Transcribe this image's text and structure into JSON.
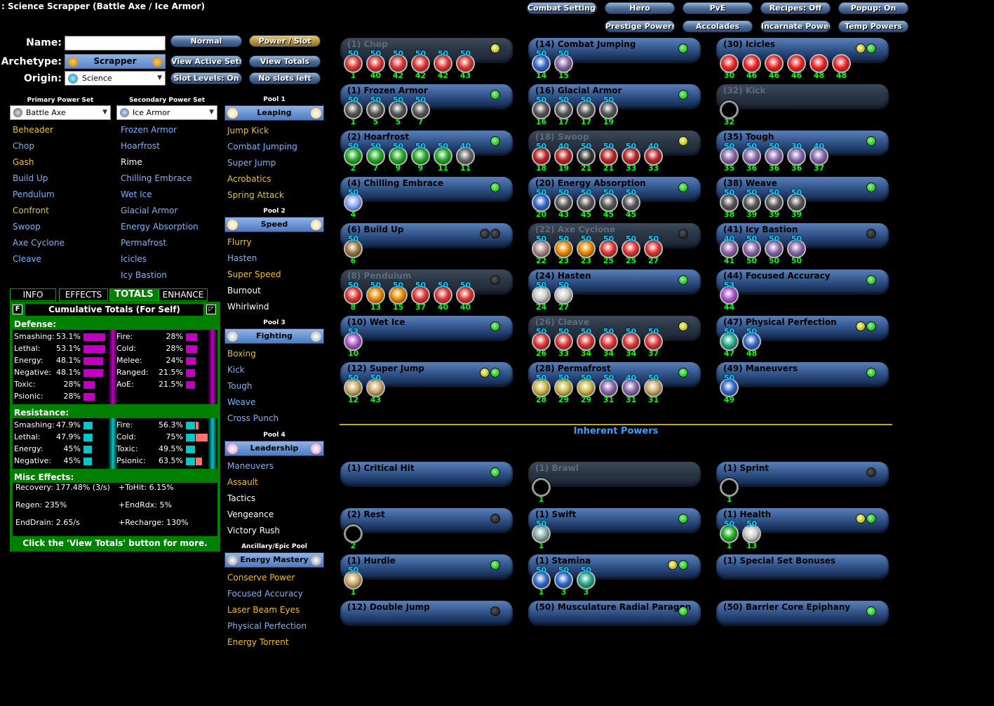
{
  "window_title": ": Science Scrapper (Battle Axe / Ice Armor)",
  "top_buttons": {
    "combat_settings": "Combat Settings",
    "hero": "Hero",
    "pve": "PvE",
    "recipes": "Recipes: Off",
    "popup": "Popup: On",
    "prestige": "Prestige Powers",
    "accolades": "Accolades",
    "incarnate": "Incarnate Powers",
    "temp": "Temp Powers"
  },
  "char": {
    "name_label": "Name:",
    "name_value": "",
    "archetype_label": "Archetype:",
    "archetype_value": "Scrapper",
    "origin_label": "Origin:",
    "origin_value": "Science"
  },
  "char_buttons": {
    "normal": "Normal",
    "power_slot": "Power / Slot",
    "view_active_sets": "View Active Sets",
    "view_totals": "View Totals",
    "slot_levels": "Slot Levels: On",
    "no_slots": "No slots left"
  },
  "powersets": {
    "primary_header": "Primary Power Set",
    "primary_value": "Battle Axe",
    "secondary_header": "Secondary Power Set",
    "secondary_value": "Ice Armor",
    "primary_list": [
      "Beheader",
      "Chop",
      "Gash",
      "Build Up",
      "Pendulum",
      "Confront",
      "Swoop",
      "Axe Cyclone",
      "Cleave"
    ],
    "secondary_list": [
      "Frozen Armor",
      "Hoarfrost",
      "Rime",
      "Chilling Embrace",
      "Wet Ice",
      "Glacial Armor",
      "Energy Absorption",
      "Permafrost",
      "Icicles",
      "Icy Bastion"
    ]
  },
  "pools": [
    {
      "header": "Pool 1",
      "name": "Leaping",
      "items": [
        "Jump Kick",
        "Combat Jumping",
        "Super Jump",
        "Acrobatics",
        "Spring Attack"
      ]
    },
    {
      "header": "Pool 2",
      "name": "Speed",
      "items": [
        "Flurry",
        "Hasten",
        "Super Speed",
        "Burnout",
        "Whirlwind"
      ]
    },
    {
      "header": "Pool 3",
      "name": "Fighting",
      "items": [
        "Boxing",
        "Kick",
        "Tough",
        "Weave",
        "Cross Punch"
      ]
    },
    {
      "header": "Pool 4",
      "name": "Leadership",
      "items": [
        "Maneuvers",
        "Assault",
        "Tactics",
        "Vengeance",
        "Victory Rush"
      ]
    },
    {
      "header": "Ancillary/Epic Pool",
      "name": "Energy Mastery",
      "items": [
        "Conserve Power",
        "Focused Accuracy",
        "Laser Beam Eyes",
        "Physical Perfection",
        "Energy Torrent"
      ]
    }
  ],
  "colors": {
    "yellow_item": "#f0c020",
    "blue_item": "#7ab4ff",
    "white_item": "#ffffff",
    "panel_green": "#008000",
    "defense_bar": "#c000c0",
    "resist_bar": "#00c8c8",
    "resist_overcap": "#ff7070"
  },
  "info_tabs": [
    "INFO",
    "EFFECTS",
    "TOTALS",
    "ENHANCE"
  ],
  "totals": {
    "f_label": "F",
    "title": "Cumulative Totals (For Self)",
    "defense_label": "Defense:",
    "defense_left": [
      {
        "name": "Smashing:",
        "value": "53.1%",
        "pct": 53.1
      },
      {
        "name": "Lethal:",
        "value": "53.1%",
        "pct": 53.1
      },
      {
        "name": "Energy:",
        "value": "48.1%",
        "pct": 48.1
      },
      {
        "name": "Negative:",
        "value": "48.1%",
        "pct": 48.1
      },
      {
        "name": "Toxic:",
        "value": "28%",
        "pct": 28
      },
      {
        "name": "Psionic:",
        "value": "28%",
        "pct": 28
      }
    ],
    "defense_right": [
      {
        "name": "Fire:",
        "value": "28%",
        "pct": 28
      },
      {
        "name": "Cold:",
        "value": "28%",
        "pct": 28
      },
      {
        "name": "Melee:",
        "value": "24%",
        "pct": 24
      },
      {
        "name": "Ranged:",
        "value": "21.5%",
        "pct": 21.5
      },
      {
        "name": "AoE:",
        "value": "21.5%",
        "pct": 21.5
      }
    ],
    "resistance_label": "Resistance:",
    "resist_left": [
      {
        "name": "Smashing:",
        "value": "47.9%",
        "pct": 47.9
      },
      {
        "name": "Lethal:",
        "value": "47.9%",
        "pct": 47.9
      },
      {
        "name": "Energy:",
        "value": "45%",
        "pct": 45
      },
      {
        "name": "Negative:",
        "value": "45%",
        "pct": 45
      }
    ],
    "resist_right": [
      {
        "name": "Fire:",
        "value": "56.3%",
        "pct": 56.3
      },
      {
        "name": "Cold:",
        "value": "75%",
        "pct": 75
      },
      {
        "name": "Toxic:",
        "value": "49.5%",
        "pct": 49.5
      },
      {
        "name": "Psionic:",
        "value": "63.5%",
        "pct": 63.5
      }
    ],
    "misc_label": "Misc Effects:",
    "misc": {
      "recovery": "Recovery: 177.48% (3/s)",
      "tohit": "+ToHit: 6.15%",
      "regen": "Regen: 235%",
      "endrdx": "+EndRdx: 5%",
      "enddrain": "EndDrain: 2.65/s",
      "recharge": "+Recharge: 130%"
    },
    "footer": "Click the 'View Totals' button for more."
  },
  "build_columns": [
    [
      {
        "name": "(1) Chop",
        "dim": true,
        "leds": "y",
        "enh": [
          [
            "50",
            "1",
            "#d33"
          ],
          [
            "50",
            "40",
            "#d33"
          ],
          [
            "50",
            "42",
            "#d33"
          ],
          [
            "50",
            "42",
            "#d33"
          ],
          [
            "50",
            "42",
            "#d33"
          ],
          [
            "50",
            "43",
            "#d33"
          ]
        ]
      },
      {
        "name": "(1) Frozen Armor",
        "leds": "g",
        "enh": [
          [
            "50",
            "1",
            "#555"
          ],
          [
            "50",
            "5",
            "#555"
          ],
          [
            "50",
            "5",
            "#555"
          ],
          [
            "50",
            "7",
            "#555"
          ]
        ]
      },
      {
        "name": "(2) Hoarfrost",
        "leds": "g",
        "enh": [
          [
            "50",
            "2",
            "#2a2"
          ],
          [
            "50",
            "7",
            "#2a2"
          ],
          [
            "50",
            "9",
            "#2a2"
          ],
          [
            "50",
            "9",
            "#2a2"
          ],
          [
            "50",
            "11",
            "#2a2"
          ],
          [
            "40",
            "11",
            "#666"
          ]
        ]
      },
      {
        "name": "(4) Chilling Embrace",
        "leds": "g",
        "enh": [
          [
            "50",
            "4",
            "#8af"
          ]
        ]
      },
      {
        "name": "(6) Build Up",
        "leds": "kk",
        "enh": [
          [
            "50",
            "6",
            "#974"
          ]
        ]
      },
      {
        "name": "(8) Pendulum",
        "dim": true,
        "leds": "k",
        "enh": [
          [
            "50",
            "8",
            "#d33"
          ],
          [
            "50",
            "13",
            "#e80"
          ],
          [
            "50",
            "15",
            "#e80"
          ],
          [
            "50",
            "37",
            "#d33"
          ],
          [
            "50",
            "40",
            "#d33"
          ],
          [
            "50",
            "40",
            "#d33"
          ]
        ]
      },
      {
        "name": "(10) Wet Ice",
        "leds": "g",
        "enh": [
          [
            "53",
            "10",
            "#a5c"
          ]
        ]
      },
      {
        "name": "(12) Super Jump",
        "leds": "yg",
        "enh": [
          [
            "50",
            "12",
            "#ca6"
          ],
          [
            "50",
            "43",
            "#ca6"
          ]
        ]
      }
    ],
    [
      {
        "name": "(14) Combat Jumping",
        "leds": "g",
        "enh": [
          [
            "50",
            "14",
            "#36c"
          ],
          [
            "50",
            "15",
            "#86a"
          ]
        ]
      },
      {
        "name": "(16) Glacial Armor",
        "leds": "g",
        "enh": [
          [
            "50",
            "16",
            "#555"
          ],
          [
            "50",
            "17",
            "#555"
          ],
          [
            "50",
            "17",
            "#555"
          ],
          [
            "50",
            "19",
            "#555"
          ]
        ]
      },
      {
        "name": "(18) Swoop",
        "dim": true,
        "leds": "y",
        "enh": [
          [
            "50",
            "18",
            "#b22"
          ],
          [
            "40",
            "19",
            "#b22"
          ],
          [
            "50",
            "21",
            "#333"
          ],
          [
            "50",
            "21",
            "#b22"
          ],
          [
            "50",
            "33",
            "#b22"
          ],
          [
            "40",
            "33",
            "#b22"
          ]
        ]
      },
      {
        "name": "(20) Energy Absorption",
        "leds": "g",
        "enh": [
          [
            "50",
            "20",
            "#36c"
          ],
          [
            "50",
            "43",
            "#555"
          ],
          [
            "50",
            "45",
            "#555"
          ],
          [
            "50",
            "45",
            "#555"
          ],
          [
            "50",
            "45",
            "#555"
          ]
        ]
      },
      {
        "name": "(22) Axe Cyclone",
        "dim": true,
        "leds": "k",
        "enh": [
          [
            "50",
            "22",
            "#a88"
          ],
          [
            "50",
            "23",
            "#e80"
          ],
          [
            "50",
            "23",
            "#e80"
          ],
          [
            "50",
            "25",
            "#d33"
          ],
          [
            "50",
            "25",
            "#d33"
          ],
          [
            "50",
            "27",
            "#d33"
          ]
        ]
      },
      {
        "name": "(24) Hasten",
        "leds": "g",
        "enh": [
          [
            "50",
            "24",
            "#ccc"
          ],
          [
            "50",
            "27",
            "#ccc"
          ]
        ]
      },
      {
        "name": "(26) Cleave",
        "dim": true,
        "leds": "y",
        "enh": [
          [
            "50",
            "26",
            "#d33"
          ],
          [
            "50",
            "33",
            "#d33"
          ],
          [
            "50",
            "34",
            "#d33"
          ],
          [
            "50",
            "34",
            "#d33"
          ],
          [
            "50",
            "34",
            "#d33"
          ],
          [
            "50",
            "37",
            "#d33"
          ]
        ]
      },
      {
        "name": "(28) Permafrost",
        "leds": "g",
        "enh": [
          [
            "50",
            "28",
            "#cb4"
          ],
          [
            "50",
            "29",
            "#cb4"
          ],
          [
            "50",
            "29",
            "#cb4"
          ],
          [
            "50",
            "31",
            "#86a"
          ],
          [
            "40",
            "31",
            "#86a"
          ],
          [
            "50",
            "31",
            "#ca6"
          ]
        ]
      }
    ],
    [
      {
        "name": "(30) Icicles",
        "leds": "yg",
        "enh": [
          [
            "",
            "30",
            "#e22"
          ],
          [
            "",
            "46",
            "#e22"
          ],
          [
            "",
            "46",
            "#e22"
          ],
          [
            "",
            "46",
            "#e22"
          ],
          [
            "",
            "48",
            "#e22"
          ],
          [
            "",
            "48",
            "#e22"
          ]
        ]
      },
      {
        "name": "(32) Kick",
        "dim": true,
        "leds": "",
        "empty": "32"
      },
      {
        "name": "(35) Tough",
        "leds": "g",
        "enh": [
          [
            "50",
            "35",
            "#86a"
          ],
          [
            "50",
            "36",
            "#86a"
          ],
          [
            "50",
            "36",
            "#86a"
          ],
          [
            "30",
            "36",
            "#86a"
          ],
          [
            "40",
            "37",
            "#86a"
          ]
        ]
      },
      {
        "name": "(38) Weave",
        "leds": "g",
        "enh": [
          [
            "50",
            "38",
            "#555"
          ],
          [
            "50",
            "39",
            "#555"
          ],
          [
            "50",
            "39",
            "#555"
          ],
          [
            "50",
            "39",
            "#555"
          ]
        ]
      },
      {
        "name": "(41) Icy Bastion",
        "leds": "k",
        "enh": [
          [
            "40",
            "41",
            "#86a"
          ],
          [
            "50",
            "50",
            "#86a"
          ],
          [
            "50",
            "50",
            "#86a"
          ],
          [
            "50",
            "50",
            "#86a"
          ]
        ]
      },
      {
        "name": "(44) Focused Accuracy",
        "leds": "g",
        "enh": [
          [
            "53",
            "44",
            "#a5c"
          ]
        ]
      },
      {
        "name": "(47) Physical Perfection",
        "leds": "yg",
        "enh": [
          [
            "50",
            "47",
            "#2a8"
          ],
          [
            "50",
            "48",
            "#36c"
          ]
        ]
      },
      {
        "name": "(49) Maneuvers",
        "leds": "g",
        "enh": [
          [
            "50",
            "49",
            "#36c"
          ]
        ]
      }
    ]
  ],
  "inherent_title": "Inherent Powers",
  "inherent_columns": [
    [
      {
        "name": "(1) Critical Hit",
        "leds": "g"
      },
      {
        "name": "(2) Rest",
        "leds": "k",
        "empty": "2"
      },
      {
        "name": "(1) Hurdle",
        "leds": "g",
        "enh": [
          [
            "50",
            "1",
            "#ca6"
          ]
        ]
      },
      {
        "name": "(12) Double Jump",
        "leds": "k"
      }
    ],
    [
      {
        "name": "(1) Brawl",
        "dim": true,
        "leds": "",
        "empty": "1"
      },
      {
        "name": "(1) Swift",
        "leds": "g",
        "enh": [
          [
            "50",
            "1",
            "#8aa"
          ]
        ]
      },
      {
        "name": "(1) Stamina",
        "leds": "yg",
        "enh": [
          [
            "50",
            "1",
            "#36c"
          ],
          [
            "50",
            "3",
            "#36c"
          ],
          [
            "50",
            "3",
            "#2a8"
          ]
        ]
      },
      {
        "name": "(50) Musculature Radial Paragon",
        "leds": "g"
      }
    ],
    [
      {
        "name": "(1) Sprint",
        "leds": "k",
        "empty": "1"
      },
      {
        "name": "(1) Health",
        "leds": "yg",
        "enh": [
          [
            "50",
            "1",
            "#2a2"
          ],
          [
            "50",
            "13",
            "#ccc"
          ]
        ]
      },
      {
        "name": "(1) Special Set Bonuses",
        "leds": ""
      },
      {
        "name": "(50) Barrier Core Epiphany",
        "leds": "g"
      }
    ]
  ]
}
